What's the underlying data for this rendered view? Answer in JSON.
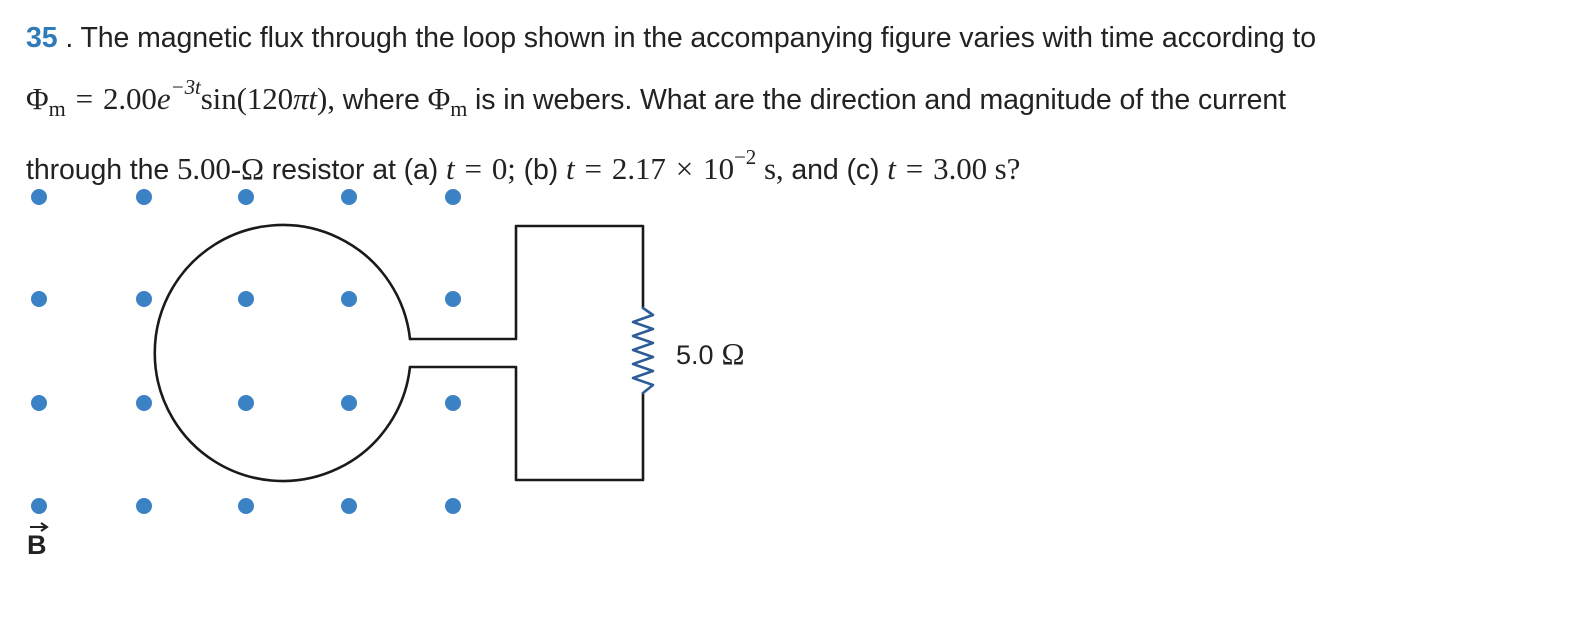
{
  "problem": {
    "number": "35",
    "line1": {
      "number_suffix": ".",
      "text": "The magnetic flux through the loop shown in the accompanying figure varies with time according to"
    },
    "line2": {
      "phi": "Φ",
      "phi_sub": "m",
      "eq": "=",
      "coef": "2.00",
      "e": "e",
      "exponent": "−3t",
      "func": "sin(120",
      "pi_t": "πt",
      "func_close": "),",
      "where": "where",
      "phi2": "Φ",
      "phi2_sub": "m",
      "rest": "is in webers. What are the direction and magnitude of the current"
    },
    "line3": {
      "through": "through the",
      "resistance": "5.00-Ω",
      "resistor_at": "resistor at (a)",
      "t_a": "t",
      "eq_a": "=",
      "val_a": "0;",
      "part_b": "(b)",
      "t_b": "t",
      "eq_b": "=",
      "val_b": "2.17",
      "times": "×",
      "ten": "10",
      "ten_exp": "−2",
      "unit_b": "s,",
      "and_c": "and (c)",
      "t_c": "t",
      "eq_c": "=",
      "val_c": "3.00 s?"
    }
  },
  "figure": {
    "resistor_value": "5.0",
    "resistor_unit": "Ω",
    "field_label": "B",
    "dot_color": "#3a82c4",
    "wire_color": "#1a1a1a",
    "resistor_color": "#2d5d99"
  }
}
